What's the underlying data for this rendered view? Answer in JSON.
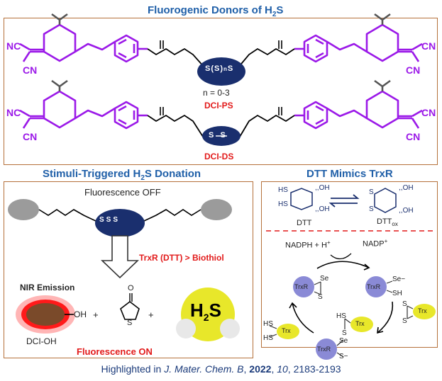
{
  "colors": {
    "accent": "#1f5fa8",
    "panel_border": "#b5703a",
    "purple": "#9b19e8",
    "navy": "#1a2f6e",
    "red_label": "#e21a1a",
    "trxr_circle": "#8a8ad6",
    "trx_circle": "#e8e72a"
  },
  "top": {
    "title_main": "Fluorogenic Donors of H",
    "title_sub": "2",
    "title_end": "S",
    "nc": "NC",
    "cn": "CN",
    "polysulfide_s": "S",
    "polysulfide_n": "n",
    "n_range": "n = 0-3",
    "donor1": "DCI-PS",
    "donor2": "DCI-DS",
    "o": "O"
  },
  "left": {
    "title_main": "Stimuli-Triggered H",
    "title_sub": "2",
    "title_end": "S Donation",
    "fluorescence_off": "Fluorescence OFF",
    "trigger": "TrxR (DTT) > Biothiol",
    "nir": "NIR Emission",
    "oh": "OH",
    "plus": "+",
    "product": "DCI-OH",
    "fluorescence_on": "Fluorescence ON",
    "h2s_h": "H",
    "h2s_2": "2",
    "h2s_s": "S"
  },
  "right": {
    "title": "DTT Mimics TrxR",
    "hs": "HS",
    "oh": "OH",
    "s": "S",
    "dtt": "DTT",
    "dttox": "DTT",
    "dttox_sub": "ox",
    "nadph": "NADPH + H",
    "nadp": "NADP",
    "plus_sup": "+",
    "trxr": "TrxR",
    "trx": "Trx",
    "se": "Se",
    "se_minus": "Se−",
    "sh": "SH",
    "s_minus": "S−"
  },
  "caption": {
    "prefix": "Highlighted  in ",
    "journal": "J. Mater. Chem. B",
    "sep1": ", ",
    "year": "2022",
    "sep2": ", ",
    "volume": "10",
    "pages": ", 2183-2193"
  }
}
